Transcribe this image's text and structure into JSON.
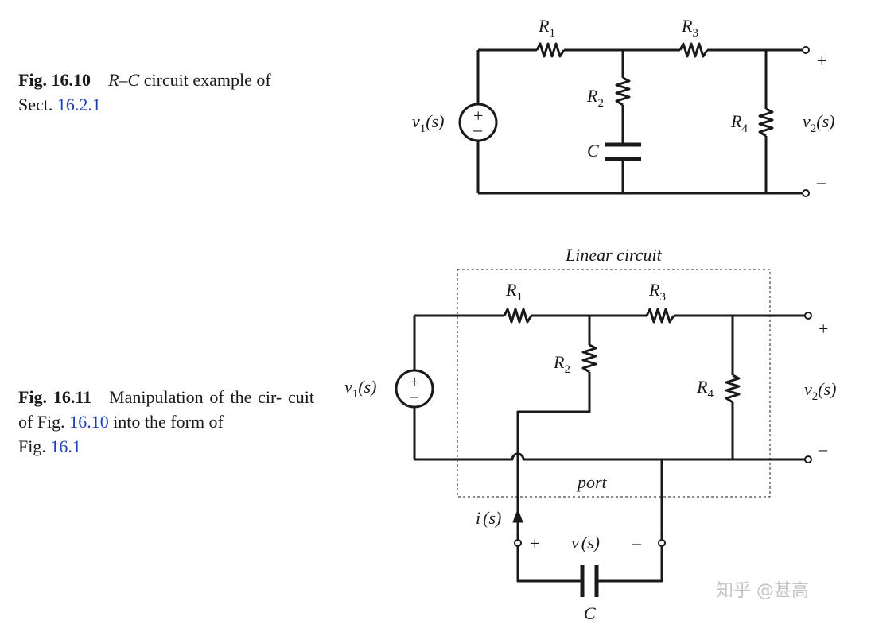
{
  "fig1016": {
    "caption_label": "Fig. 16.10",
    "caption_text_italic": "R–C",
    "caption_text_1": " circuit example of",
    "caption_text_2": "Sect. ",
    "caption_ref": "16.2.1"
  },
  "fig1011": {
    "caption_label": "Fig. 16.11",
    "caption_text_1": "Manipulation of the cir-",
    "caption_text_2": "cuit of Fig.",
    "caption_ref_1": "16.10",
    "caption_text_3": " into the form of",
    "caption_text_4": "Fig.",
    "caption_ref_2": "16.1"
  },
  "circuit1": {
    "r1": "R",
    "r1_sub": "1",
    "r2": "R",
    "r2_sub": "2",
    "r3": "R",
    "r3_sub": "3",
    "r4": "R",
    "r4_sub": "4",
    "c": "C",
    "v1": "v",
    "v1_sub": "1",
    "v1_arg": "(s)",
    "v2": "v",
    "v2_sub": "2",
    "v2_arg": "(s)",
    "plus": "+",
    "minus": "–",
    "src_plus": "+",
    "src_minus": "–"
  },
  "circuit2": {
    "title": "Linear circuit",
    "port": "port",
    "r1": "R",
    "r1_sub": "1",
    "r2": "R",
    "r2_sub": "2",
    "r3": "R",
    "r3_sub": "3",
    "r4": "R",
    "r4_sub": "4",
    "c": "C",
    "v1": "v",
    "v1_sub": "1",
    "v1_arg": "(s)",
    "v2": "v",
    "v2_sub": "2",
    "v2_arg": "(s)",
    "i": "i",
    "i_arg": "(s)",
    "v": "v",
    "v_arg": "(s)",
    "plus": "+",
    "minus": "–",
    "port_plus": "+",
    "port_minus": "–",
    "src_plus": "+",
    "src_minus": "–"
  },
  "watermark": "知乎 @甚高"
}
